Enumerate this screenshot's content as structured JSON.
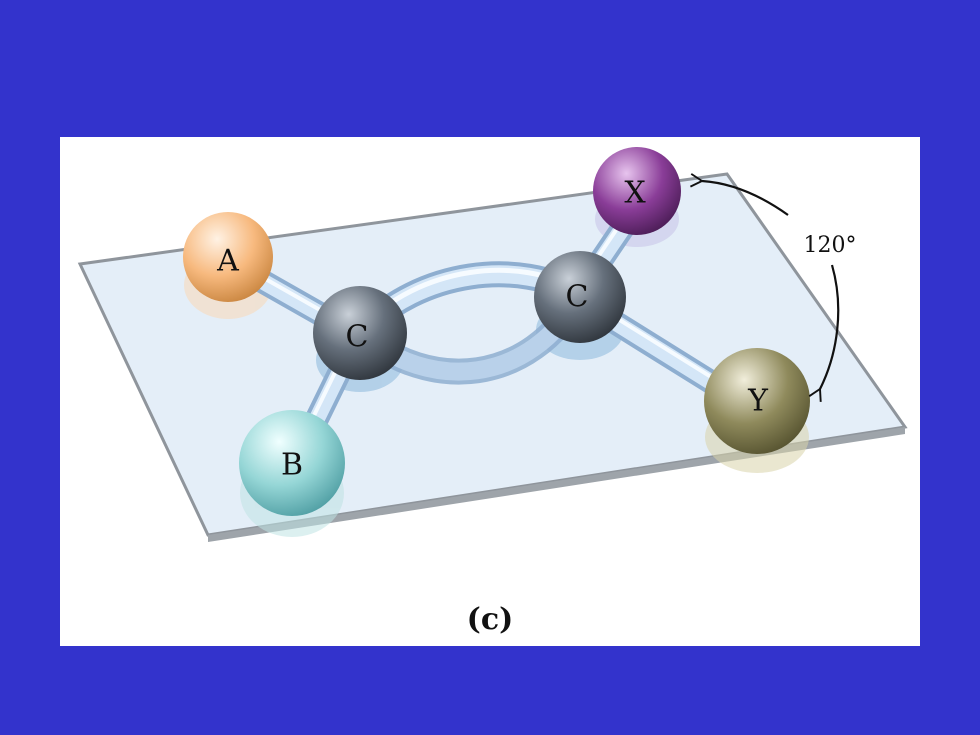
{
  "figure": {
    "caption": "(c)",
    "angle_label": "120°"
  },
  "atoms": {
    "a": {
      "label": "A",
      "color": "#f7b97e"
    },
    "b": {
      "label": "B",
      "color": "#8fd3d3"
    },
    "c_left": {
      "label": "C",
      "color": "#5c6570"
    },
    "c_right": {
      "label": "C",
      "color": "#5c6570"
    },
    "x": {
      "label": "X",
      "color": "#8a3d98"
    },
    "y": {
      "label": "Y",
      "color": "#8f8a5c"
    }
  },
  "colors": {
    "background": "#3333cc",
    "plane": "#e4eef8",
    "bond": "#b8d2ee"
  }
}
